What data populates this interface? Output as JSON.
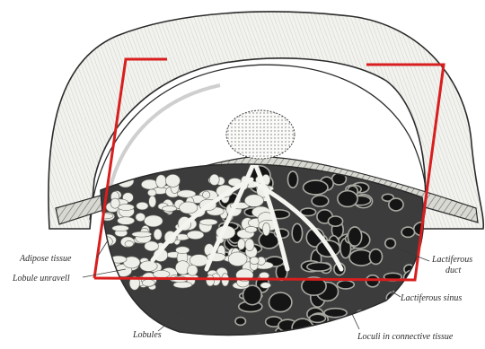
{
  "labels": {
    "adipose_tissue": "Adipose tissue",
    "lobule_unravelled": "Lobule unravell",
    "lobules": "Lobules",
    "lactiferous_duct_line1": "Lactiferous",
    "lactiferous_duct_line2": "duct",
    "lactiferous_sinus": "Lactiferous sinus",
    "loculi": "Loculi in connective tissue"
  },
  "colors": {
    "ink": "#2b2b2b",
    "paper": "#ffffff",
    "overlay": "#d81e1e",
    "tissue_light": "#eeeeea",
    "tissue_dark": "#3c3c3c"
  }
}
